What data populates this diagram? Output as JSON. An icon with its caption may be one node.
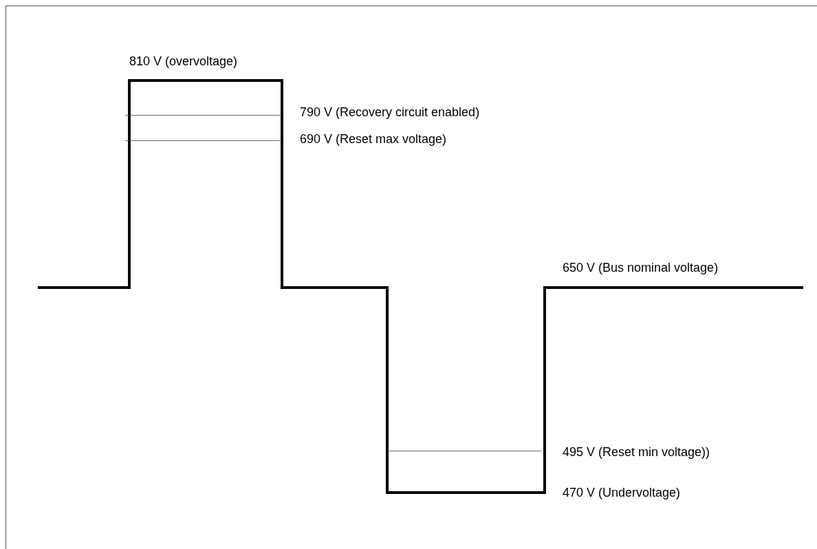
{
  "diagram": {
    "labels": [
      "810 V (overvoltage)",
      "790 V (Recovery circuit enabled)",
      "690 V (Reset max voltage)",
      "650 V (Bus nominal voltage)",
      "495 V (Reset min voltage))",
      "470 V (Undervoltage)"
    ]
  }
}
